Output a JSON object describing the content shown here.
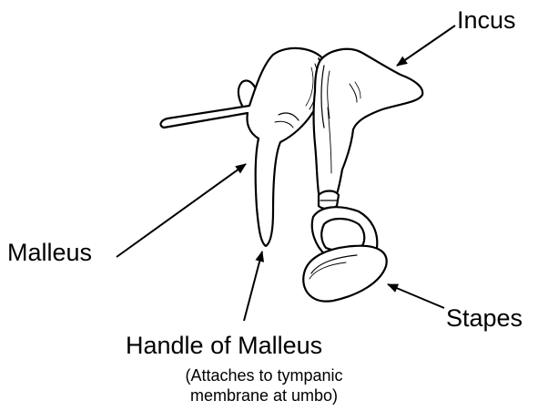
{
  "labels": {
    "incus": "Incus",
    "malleus": "Malleus",
    "stapes": "Stapes",
    "handle": "Handle of Malleus",
    "note_line1": "(Attaches to tympanic",
    "note_line2": "membrane at umbo)"
  },
  "colors": {
    "ink": "#000000",
    "bone": "#ffffff"
  }
}
